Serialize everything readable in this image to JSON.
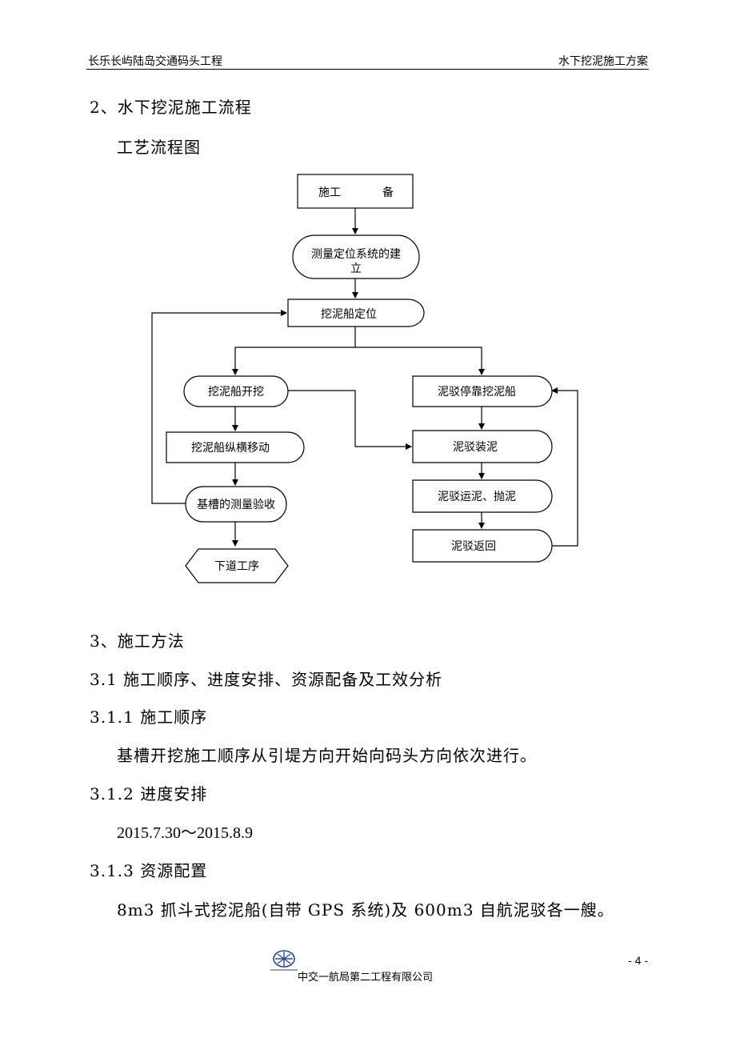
{
  "header": {
    "left": "长乐长屿陆岛交通码头工程",
    "right": "水下挖泥施工方案"
  },
  "section2": {
    "heading": "2、水下挖泥施工流程",
    "subheading": "工艺流程图"
  },
  "flow": {
    "prep": {
      "left": "施工",
      "right": "备"
    },
    "survey_line1": "测量定位系统的建",
    "survey_line2": "立",
    "position": "挖泥船定位",
    "dig": "挖泥船开挖",
    "move": "挖泥船纵横移动",
    "check": "基槽的测量验收",
    "next": "下道工序",
    "dock": "泥驳停靠挖泥船",
    "load": "泥驳装泥",
    "transport": "泥驳运泥、抛泥",
    "return": "泥驳返回"
  },
  "section3": {
    "heading": "3、施工方法",
    "s31": "3.1 施工顺序、进度安排、资源配备及工效分析",
    "s311": "3.1.1 施工顺序",
    "s311_text": "基槽开挖施工顺序从引堤方向开始向码头方向依次进行。",
    "s312": "3.1.2 进度安排",
    "s312_text": "2015.7.30～2015.8.9",
    "s313": "3.1.3 资源配置",
    "s313_text": "8m3 抓斗式挖泥船(自带 GPS 系统)及 600m3 自航泥驳各一艘。"
  },
  "footer": {
    "page": "- 4 -",
    "company": "中交一航局第二工程有限公司"
  }
}
